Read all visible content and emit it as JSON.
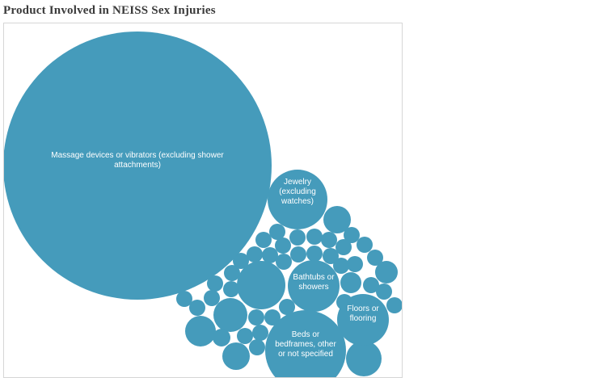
{
  "chart_data": {
    "type": "bubble",
    "title": "Product Involved in NEISS Sex Injuries",
    "color": "#459bbb",
    "labeled_bubbles": [
      {
        "label": "Massage devices or vibrators (excluding shower attachments)",
        "lines": [
          "Massage devices or vibrators (excluding shower",
          "attachments)"
        ]
      },
      {
        "label": "Jewelry (excluding watches)",
        "lines": [
          "Jewelry",
          "(excluding",
          "watches)"
        ]
      },
      {
        "label": "Bathtubs or showers",
        "lines": [
          "Bathtubs or",
          "showers"
        ]
      },
      {
        "label": "Floors or flooring",
        "lines": [
          "Floors or",
          "flooring"
        ]
      },
      {
        "label": "Beds or bedframes, other or not specified",
        "lines": [
          "Beds or",
          "bedframes, other",
          "or not specified"
        ]
      }
    ]
  }
}
